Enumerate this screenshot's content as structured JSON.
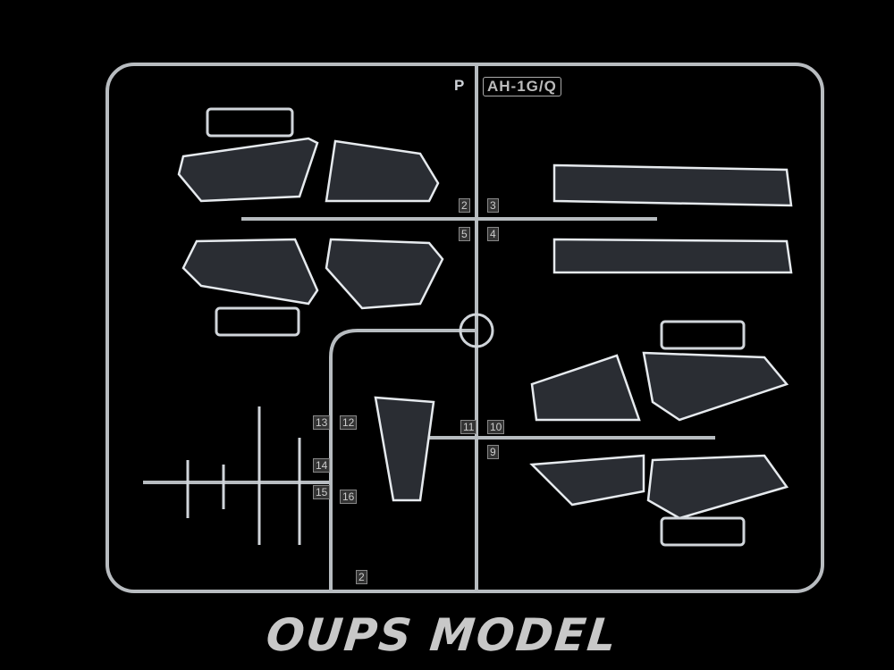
{
  "sprue": {
    "letter": "P",
    "code": "AH-1G/Q",
    "part_numbers": [
      "2",
      "3",
      "5",
      "4",
      "13",
      "12",
      "14",
      "15",
      "16",
      "11",
      "10",
      "9",
      "2"
    ]
  },
  "watermark": {
    "text": "OUPS MODEL"
  }
}
